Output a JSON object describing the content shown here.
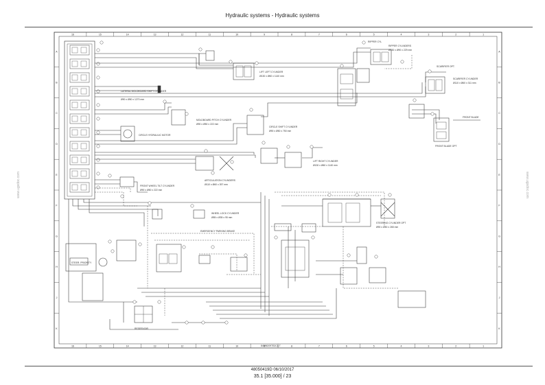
{
  "header": {
    "title": "Hydraulic systems - Hydraulic systems"
  },
  "watermarks": {
    "left": "www.ugsdoc.com",
    "right": "www.ugsdoc.com"
  },
  "frame": {
    "columns": [
      "16",
      "15",
      "14",
      "13",
      "12",
      "11",
      "10",
      "9",
      "8",
      "7",
      "6",
      "5",
      "4",
      "3",
      "2",
      "1"
    ],
    "rows": [
      "A",
      "B",
      "C",
      "D",
      "E",
      "F",
      "G",
      "H",
      "J",
      "K"
    ]
  },
  "labels": {
    "ripper_cyl": "RIPPER CYL",
    "ripper_cylinders": "RIPPER CYLINDERS",
    "ripper_cyl_size": "Ø130 x Ø90 x 229 mm",
    "lift_left_cylinder": "LIFT LEFT CYLINDER",
    "lift_left_size": "Ø130 x Ø60 x 1140 mm",
    "scarifier_opt": "SCARIFIER OPT.",
    "scarifier_cylinder": "SCARIFIER CYLINDER",
    "scarifier_size": "Ø110 x Ø60 x 311 mm",
    "lateral_moldboard_shift_cylinder": "LATERAL MOLDBOARD SHIFT CYLINDER",
    "lateral_shift_size": "Ø90 x Ø50 x 1270 mm",
    "moldboard_pitch_cylinder": "MOLDBOARD PITCH CYLINDER",
    "pitch_size": "Ø90 x Ø50 x 222 mm",
    "front_blade": "FRONT BLADE",
    "front_blade_opt": "FRONT BLADE OPT",
    "circle_shift_cylinder": "CIRCLE SHIFT CYLINDER",
    "circle_shift_size": "Ø90 x Ø50 x 750 mm",
    "circle_hydraulic_motor": "CIRCLE HYDRAULIC MOTOR",
    "lift_right_cylinder": "LIFT RIGHT CYLINDER",
    "lift_right_size": "Ø130 x Ø60 x 1140 mm",
    "articulation_cylinders": "ARTICULATION CYLINDERS",
    "articulation_size": "Ø110 x Ø60 x 397 mm",
    "front_wheel_tilt_cylinder": "FRONT WHEEL TILT CYLINDER",
    "wheel_tilt_size": "Ø90 x Ø50 x 222 mm",
    "wheel_lock_cylinder": "WHEEL LOCK CYLINDER",
    "wheel_lock_size": "Ø55 x Ø35 x 95 mm",
    "steering_cylinder_opt": "STEERING CYLINDER OPT",
    "steering_size": "Ø90 x Ø50 x 265 mm",
    "emergency_parking_brake": "EMERGENCY PARKING BRAKE",
    "steer_priority": "STEER. PRIORITY",
    "reservoir": "RESERVOIR",
    "drawing_code": "84596209TS2CA   T"
  },
  "footer": {
    "doc_code": "48050419D 06/10/2017",
    "page_number": "35.1 [35.000] / 23"
  }
}
